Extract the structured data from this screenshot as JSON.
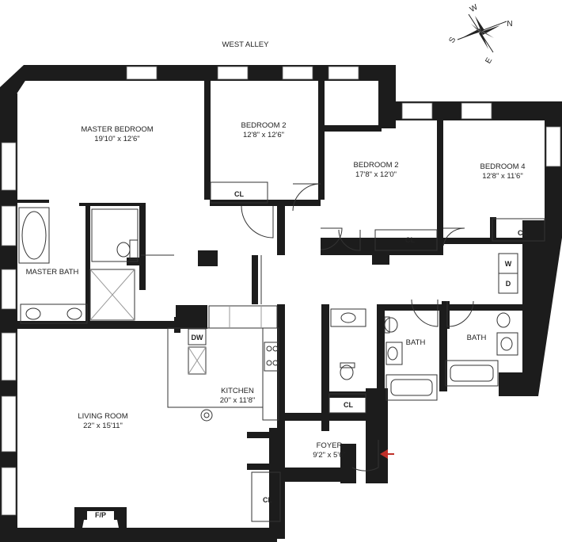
{
  "street": "WEST ALLEY",
  "compass": {
    "n": "N",
    "s": "S",
    "e": "E",
    "w": "W"
  },
  "rooms": {
    "master_bedroom": {
      "name": "MASTER BEDROOM",
      "dims": "19'10\" x 12'6\""
    },
    "bedroom2_a": {
      "name": "BEDROOM 2",
      "dims": "12'8\" x 12'6\""
    },
    "bedroom2_b": {
      "name": "BEDROOM 2",
      "dims": "17'8\" x 12'0\""
    },
    "bedroom4": {
      "name": "BEDROOM 4",
      "dims": "12'8\" x 11'6\""
    },
    "master_bath": {
      "name": "MASTER BATH"
    },
    "bath1": {
      "name": "BATH"
    },
    "bath2": {
      "name": "BATH"
    },
    "kitchen": {
      "name": "KITCHEN",
      "dims": "20'' x 11'8\""
    },
    "living_room": {
      "name": "LIVING ROOM",
      "dims": "22'' x 15'11\""
    },
    "foyer": {
      "name": "FOYER",
      "dims": "9'2\" x 5'6\""
    }
  },
  "closet_label": "CL",
  "fixtures": {
    "dishwasher": "DW",
    "washer": "W",
    "dryer": "D",
    "fireplace": "F/P"
  },
  "colors": {
    "wall": "#1c1c1c",
    "entry_arrow": "#c0302a"
  }
}
